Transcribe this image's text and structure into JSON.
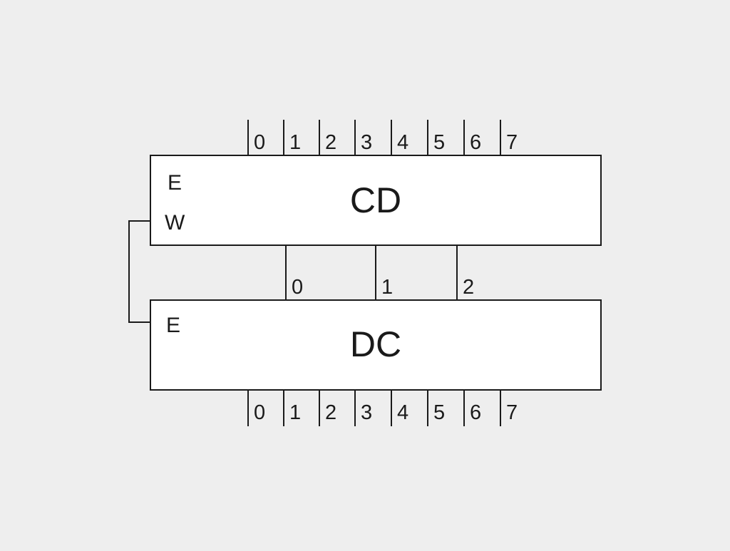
{
  "encoder": {
    "title": "CD",
    "enable_label": "E",
    "write_label": "W",
    "input_pins": [
      "0",
      "1",
      "2",
      "3",
      "4",
      "5",
      "6",
      "7"
    ],
    "output_pins": [
      "0",
      "1",
      "2"
    ]
  },
  "decoder": {
    "title": "DC",
    "enable_label": "E",
    "output_pins": [
      "0",
      "1",
      "2",
      "3",
      "4",
      "5",
      "6",
      "7"
    ]
  },
  "colors": {
    "background": "#eeeeee",
    "block_fill": "#ffffff",
    "line": "#1a1a1a"
  }
}
